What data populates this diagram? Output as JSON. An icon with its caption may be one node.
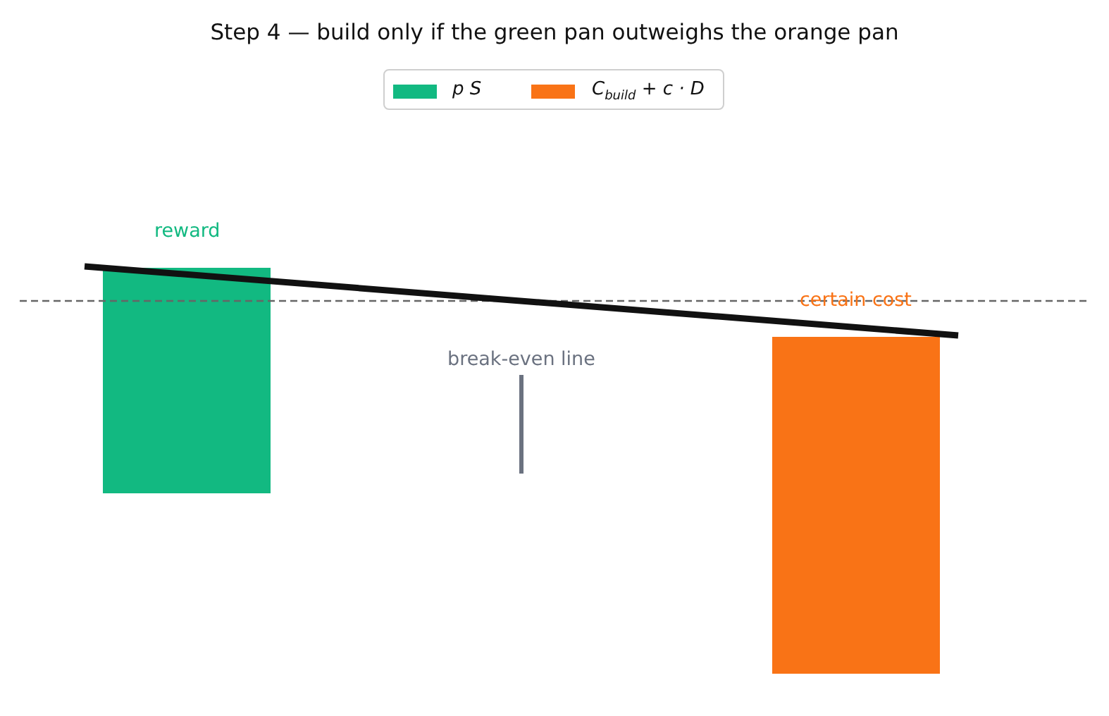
{
  "diagram": {
    "title": "Step 4 — build only if the green pan outweighs the orange pan",
    "nodes": [
      {
        "text": [],
        "shape": "bar",
        "beside": [
          "reward"
        ]
      },
      {
        "text": [],
        "shape": "bar",
        "beside": [
          "certain cost"
        ]
      }
    ],
    "labels": [
      "break-even line"
    ],
    "legend": [
      {
        "text": "p S",
        "color": "#12b981"
      },
      {
        "text": "C$_{build}$ + c · D",
        "color": "#f97316"
      }
    ]
  }
}
